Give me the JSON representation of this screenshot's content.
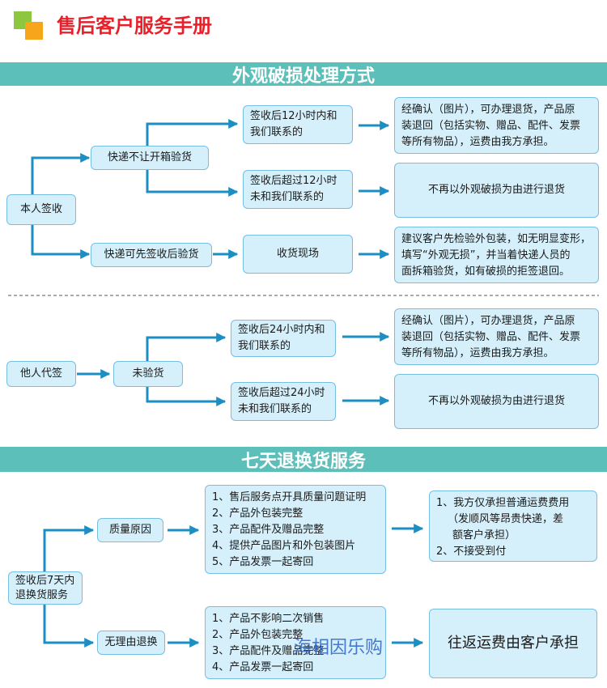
{
  "header": {
    "title": "售后客户服务手册"
  },
  "colors": {
    "accent_green": "#8dc63f",
    "accent_orange": "#f7a61c",
    "title_red": "#e8202a",
    "band": "#5dbfb9",
    "box_fill": "#d5f0fb",
    "line": "#1b8fc4"
  },
  "section1": {
    "title": "外观破损处理方式",
    "self_sign": "本人签收",
    "no_open": "快递不让开箱验货",
    "open_first": "快递可先签收后验货",
    "within12": "签收后12小时内和我们联系的",
    "over12": "签收后超过12小时未和我们联系的",
    "at_scene": "收货现场",
    "result_ok": [
      "经确认（图片），可办理退货，产品原",
      "装退回（包括实物、赠品、配件、发票",
      "等所有物品），运费由我方承担。"
    ],
    "result_no": "不再以外观破损为由进行退货",
    "advice": [
      "建议客户先检验外包装，如无明显变形，",
      "填写“外观无损”，并当着快递人员的",
      "面拆箱验货，如有破损的拒签退回。"
    ]
  },
  "section1b": {
    "other_sign": "他人代签",
    "not_checked": "未验货",
    "within24": "签收后24小时内和我们联系的",
    "over24": "签收后超过24小时未和我们联系的",
    "result_ok": [
      "经确认（图片），可办理退货，产品原",
      "装退回（包括实物、赠品、配件、发票",
      "等所有物品），运费由我方承担。"
    ],
    "result_no": "不再以外观破损为由进行退货"
  },
  "section2": {
    "title": "七天退换货服务",
    "start": "签收后7天内退换货服务",
    "quality": "质量原因",
    "no_reason": "无理由退换",
    "quality_items": [
      "1、售后服务点开具质量问题证明",
      "2、产品外包装完整",
      "3、产品配件及赠品完整",
      "4、提供产品图片和外包装图片",
      "5、产品发票一起寄回"
    ],
    "no_reason_items": [
      "1、产品不影响二次销售",
      "2、产品外包装完整",
      "3、产品配件及赠品完整",
      "4、产品发票一起寄回"
    ],
    "quality_result": [
      "1、我方仅承担普通运费费用",
      "（发顺风等昂贵快递，差",
      "额客户承担）",
      "2、不接受到付"
    ],
    "no_reason_result": "往返运费由客户承担"
  },
  "watermark": "海相因乐购"
}
